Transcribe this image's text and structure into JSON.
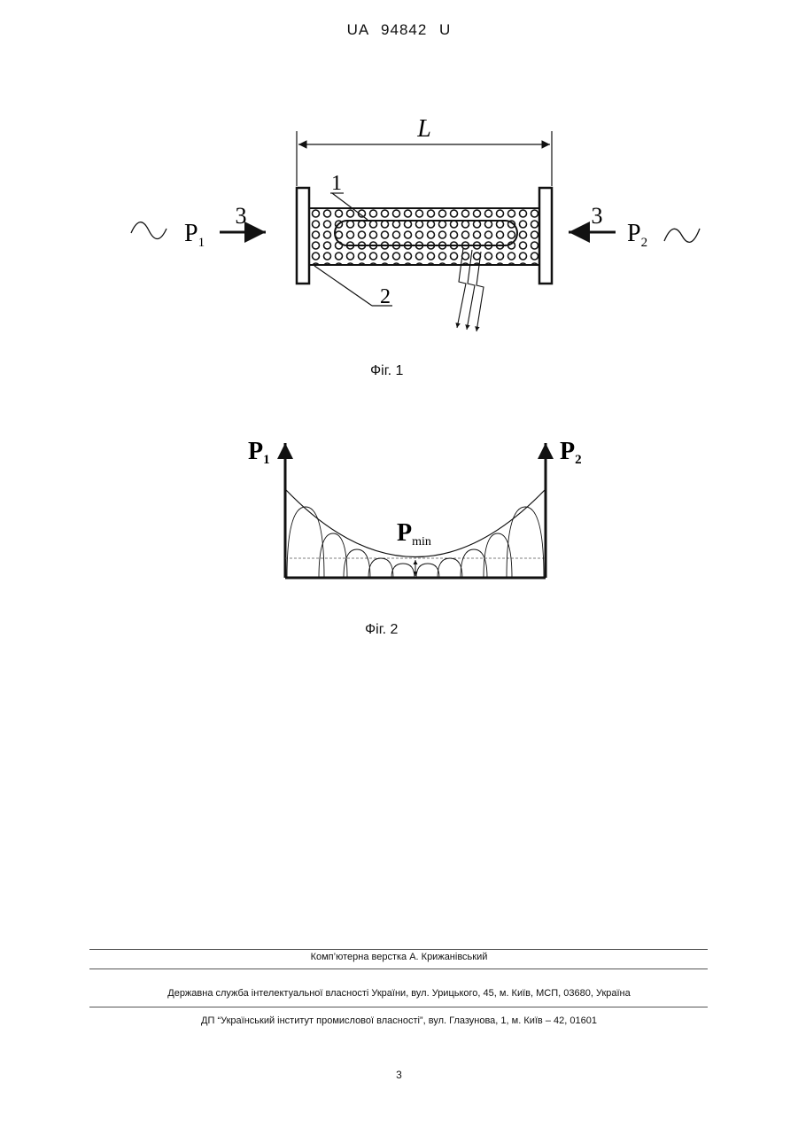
{
  "header": {
    "doc_number": "UA   94842   U"
  },
  "figure1": {
    "caption": "Фіг. 1",
    "length_label": "L",
    "left_power": "P",
    "left_power_sub": "1",
    "right_power": "P",
    "right_power_sub": "2",
    "left_arrow_label": "3",
    "right_arrow_label": "3",
    "label_1": "1",
    "label_2": "2"
  },
  "figure2": {
    "caption": "Фіг. 2",
    "left_axis": "P",
    "left_axis_sub": "1",
    "right_axis": "P",
    "right_axis_sub": "2",
    "min_label": "P",
    "min_label_sub": "min"
  },
  "footer": {
    "layout_credit": "Комп’ютерна верстка А. Крижанівський",
    "agency": "Державна служба інтелектуальної власності України, вул. Урицького, 45, м. Київ, МСП, 03680, Україна",
    "publisher": "ДП “Український інститут промислової власності”, вул. Глазунова, 1, м. Київ – 42, 01601",
    "page_number": "3"
  }
}
